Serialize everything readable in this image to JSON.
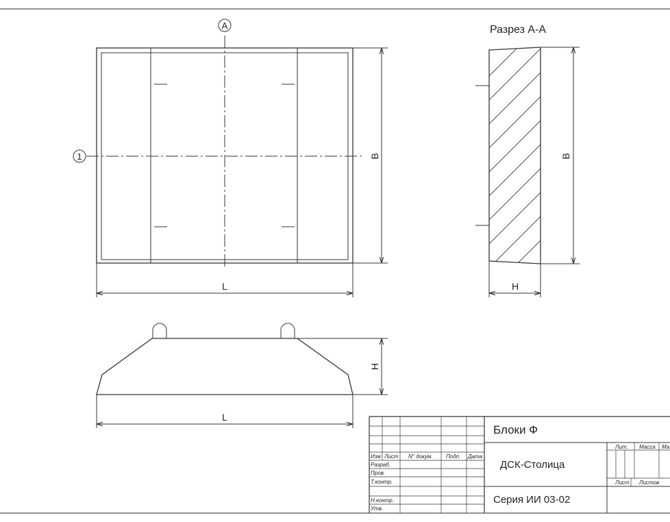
{
  "plan": {
    "axis_letter": "A",
    "axis_number": "1",
    "dim_length": "L",
    "dim_width": "B"
  },
  "section": {
    "title": "Разрез А-А",
    "dim_width": "B",
    "dim_height": "H"
  },
  "elevation": {
    "dim_length": "L",
    "dim_height": "H"
  },
  "title_block": {
    "product_name": "Блоки Ф",
    "organization": "ДСК-Столица",
    "series": "Серия ИИ 03-02",
    "header_cols": [
      "Изм",
      "Лист",
      "N° докум.",
      "Подп.",
      "Дата"
    ],
    "roles": [
      "Разраб.",
      "Пров.",
      "Т.контр.",
      "Н.контр.",
      "Утв."
    ],
    "stage_headers": [
      "Лит.",
      "Масса",
      "Ма"
    ],
    "sheet_headers": [
      "Лист",
      "Листов"
    ]
  }
}
